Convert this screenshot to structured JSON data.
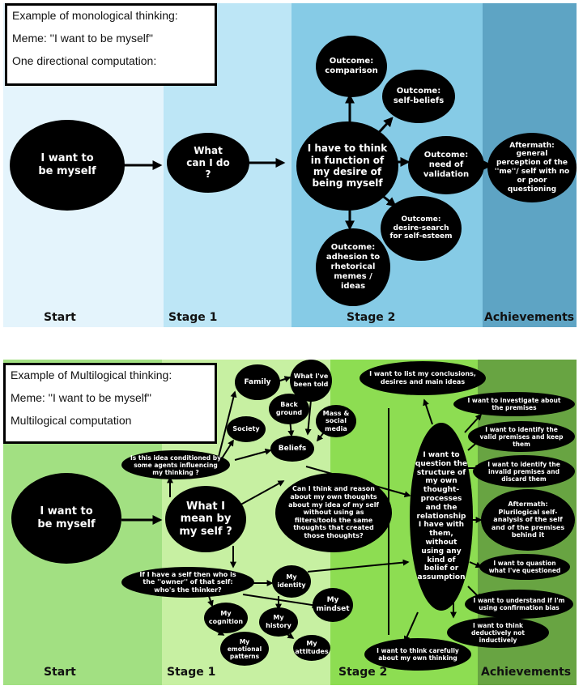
{
  "top": {
    "info": {
      "line1": "Example of monological thinking:",
      "line2": "Meme: ''I want to be myself''",
      "line3": "One directional computation:"
    },
    "stages": {
      "start": "Start",
      "stage1": "Stage 1",
      "stage2": "Stage 2",
      "achievements": "Achievements"
    },
    "nodes": {
      "start": "I want to be myself",
      "stage1": "What can I do ?",
      "center": "I have to think in function of my desire of being myself",
      "comparison": "Outcome: comparison",
      "self_beliefs": "Outcome: self-beliefs",
      "validation": "Outcome: need of validation",
      "self_esteem": "Outcome: desire-search for self-esteem",
      "adhesion": "Outcome: adhesion to rhetorical memes / ideas",
      "aftermath": "Aftermath: general perception of the ''me''/ self with no or poor questioning"
    },
    "colors": {
      "start": "#e4f4fc",
      "stage1": "#bde6f6",
      "stage2": "#86cbe6",
      "achievements": "#5ea4c4"
    }
  },
  "bottom": {
    "info": {
      "line1": "Example of  Multilogical thinking:",
      "line2": "Meme: ''I want to be myself''",
      "line3": "Multilogical computation"
    },
    "stages": {
      "start": "Start",
      "stage1": "Stage 1",
      "stage2": "Stage 2",
      "achievements": "Achievements"
    },
    "nodes": {
      "start": "I want to be myself",
      "stage1": "What I mean by my self ?",
      "family": "Family",
      "told": "What I've been told",
      "background": "Back ground",
      "society": "Society",
      "mass_media": "Mass & social media",
      "beliefs": "Beliefs",
      "conditioned": "Is this idea conditioned by some agents influencing my thinking ?",
      "reason": "Can I think and reason about my own thoughts about my idea of my self without using as filters/tools the same thoughts that created those thoughts?",
      "owner": "If I have a self then who is the ''owner'' of that self: who's the thinker?",
      "identity": "My identity",
      "mindset": "My mindset",
      "cognition": "My cognition",
      "history": "My history",
      "attitudes": "My attitudes",
      "emotional": "My emotional patterns",
      "center": "I want to question the structure of my own thought-processes and the relationship I have with them, without using any kind of belief or assumption",
      "list": "I want to list my conclusions, desires and main ideas",
      "investigate": "I want to investigate about the premises",
      "valid": "I want to identify the valid premises and keep them",
      "invalid": "I want to identify the invalid premises and discard them",
      "aftermath": "Aftermath: Plurilogical self-analysis of the self and of the premises behind it",
      "quastion": "I want to quastion what I've questioned",
      "bias": "I want to understand if I'm using confirmation bias",
      "deductive": "I want to think deductively not inductively",
      "carefully": "I want to think carefully about my own thinking"
    },
    "colors": {
      "start": "#a2e082",
      "stage1": "#c7f0a2",
      "stage2": "#8ddd52",
      "achievements": "#68a442"
    }
  }
}
